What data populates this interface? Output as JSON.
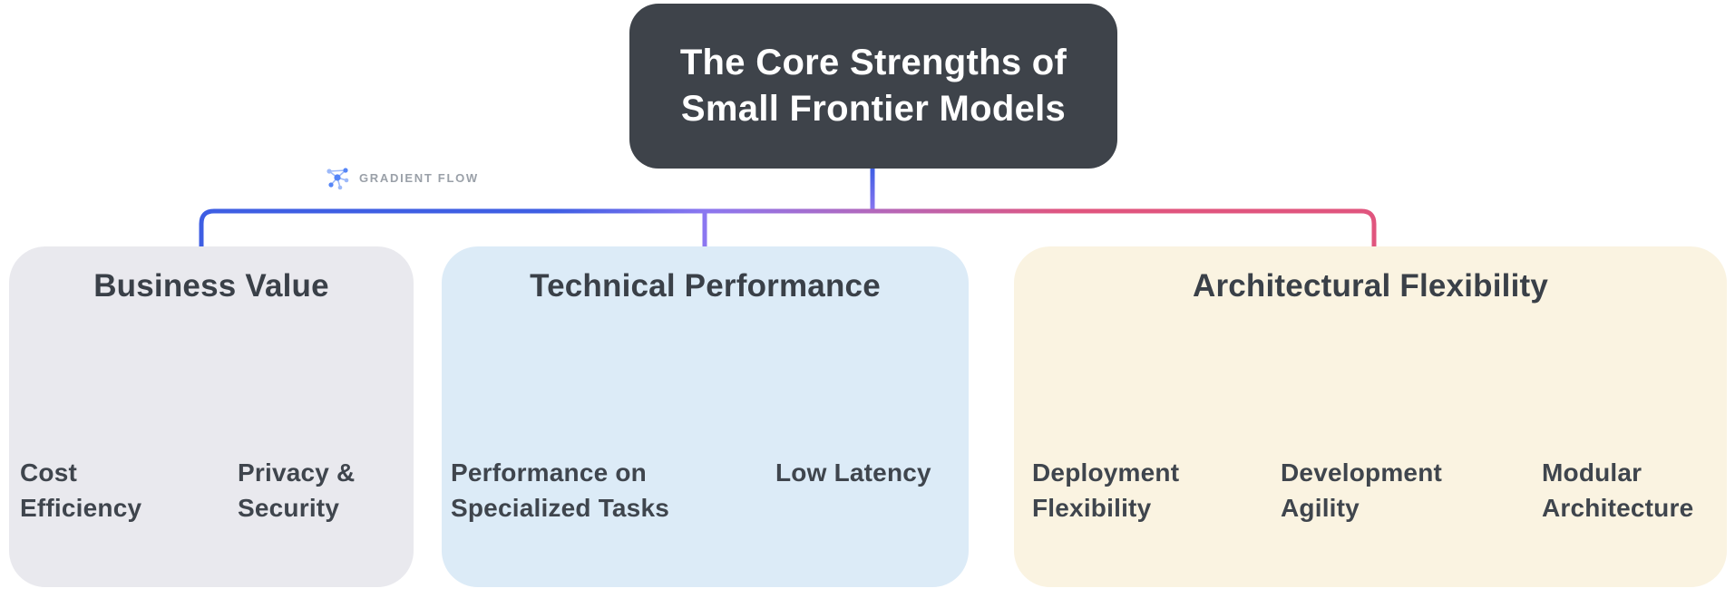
{
  "root": {
    "line1": "The Core Strengths of",
    "line2": "Small Frontier Models",
    "bg": "#3e434a",
    "text_color": "#ffffff"
  },
  "watermark": {
    "label": "GRADIENT FLOW",
    "icon": "network-nodes-icon"
  },
  "colors": {
    "blue": "#3e5ee3",
    "purple": "#8b77f0",
    "pink": "#e0557e",
    "logo_blue": "#5585f7",
    "logo_light": "#9db9f9",
    "heading_text": "#3a4048"
  },
  "branches": [
    {
      "title": "Business Value",
      "bg": "#e9e9ee",
      "accent": "#3e5ee3",
      "children": [
        {
          "line1": "Cost",
          "line2": "Efficiency"
        },
        {
          "line1": "Privacy &",
          "line2": "Security"
        }
      ]
    },
    {
      "title": "Technical Performance",
      "bg": "#dcebf7",
      "accent": "#8b77f0",
      "children": [
        {
          "line1": "Performance on",
          "line2": "Specialized Tasks"
        },
        {
          "line1": "Low Latency",
          "line2": ""
        }
      ]
    },
    {
      "title": "Architectural Flexibility",
      "bg": "#faf3e1",
      "accent": "#e0557e",
      "children": [
        {
          "line1": "Deployment",
          "line2": "Flexibility"
        },
        {
          "line1": "Development",
          "line2": "Agility"
        },
        {
          "line1": "Modular",
          "line2": "Architecture"
        }
      ]
    }
  ]
}
